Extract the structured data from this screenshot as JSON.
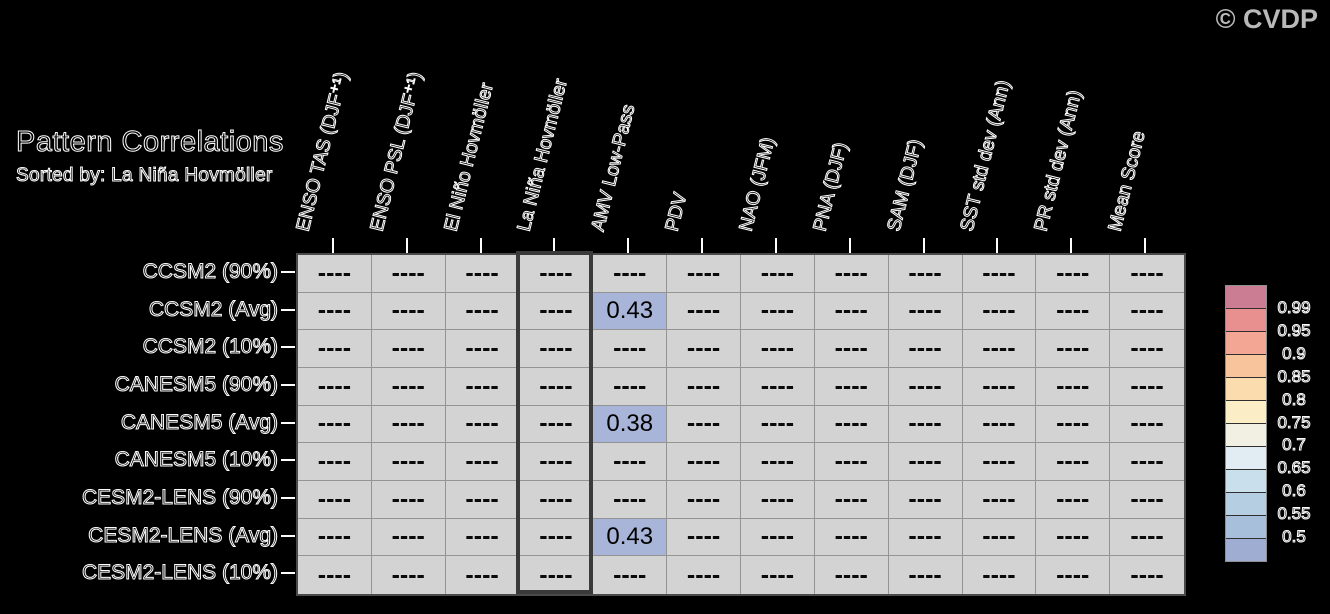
{
  "header": {
    "title": "Pattern Correlations",
    "subtitle": "Sorted by: La Niña Hovmöller",
    "copyright": "© CVDP"
  },
  "table": {
    "columns": [
      "ENSO TAS (DJF⁺¹)",
      "ENSO PSL (DJF⁺¹)",
      "El Niño Hovmöller",
      "La Niña Hovmöller",
      "AMV Low-Pass",
      "PDV",
      "NAO (JFM)",
      "PNA (DJF)",
      "SAM (DJF)",
      "SST std dev (Ann)",
      "PR std dev (Ann)",
      "Mean Score"
    ],
    "highlighted_column_index": 3,
    "missing_marker": "----",
    "rows": [
      {
        "label": "CCSM2 (90%)",
        "cells": [
          "----",
          "----",
          "----",
          "----",
          "----",
          "----",
          "----",
          "----",
          "----",
          "----",
          "----",
          "----"
        ]
      },
      {
        "label": "CCSM2 (Avg)",
        "cells": [
          "----",
          "----",
          "----",
          "----",
          "0.43",
          "----",
          "----",
          "----",
          "----",
          "----",
          "----",
          "----"
        ]
      },
      {
        "label": "CCSM2 (10%)",
        "cells": [
          "----",
          "----",
          "----",
          "----",
          "----",
          "----",
          "----",
          "----",
          "----",
          "----",
          "----",
          "----"
        ]
      },
      {
        "label": "CANESM5 (90%)",
        "cells": [
          "----",
          "----",
          "----",
          "----",
          "----",
          "----",
          "----",
          "----",
          "----",
          "----",
          "----",
          "----"
        ]
      },
      {
        "label": "CANESM5 (Avg)",
        "cells": [
          "----",
          "----",
          "----",
          "----",
          "0.38",
          "----",
          "----",
          "----",
          "----",
          "----",
          "----",
          "----"
        ]
      },
      {
        "label": "CANESM5 (10%)",
        "cells": [
          "----",
          "----",
          "----",
          "----",
          "----",
          "----",
          "----",
          "----",
          "----",
          "----",
          "----",
          "----"
        ]
      },
      {
        "label": "CESM2-LENS (90%)",
        "cells": [
          "----",
          "----",
          "----",
          "----",
          "----",
          "----",
          "----",
          "----",
          "----",
          "----",
          "----",
          "----"
        ]
      },
      {
        "label": "CESM2-LENS (Avg)",
        "cells": [
          "----",
          "----",
          "----",
          "----",
          "0.43",
          "----",
          "----",
          "----",
          "----",
          "----",
          "----",
          "----"
        ]
      },
      {
        "label": "CESM2-LENS (10%)",
        "cells": [
          "----",
          "----",
          "----",
          "----",
          "----",
          "----",
          "----",
          "----",
          "----",
          "----",
          "----",
          "----"
        ]
      }
    ]
  },
  "colorbar": {
    "tick_labels": [
      "0.99",
      "0.95",
      "0.9",
      "0.85",
      "0.8",
      "0.75",
      "0.7",
      "0.65",
      "0.6",
      "0.55",
      "0.5"
    ],
    "colors": [
      "#cb7e93",
      "#e89090",
      "#f3a694",
      "#f8c49c",
      "#fbdcae",
      "#fbeec6",
      "#f1f0e2",
      "#e1edf2",
      "#c9dfeb",
      "#b6cee2",
      "#a8bfdb",
      "#9fadd3"
    ]
  },
  "colors": {
    "background": "#000000",
    "cell_bg": "#d3d3d3",
    "cell_border": "#949494",
    "table_border": "#4a4a4a",
    "highlight_border": "#3a3a3a",
    "value_cell_bg": "#a8b5d8",
    "copyright": "#b9b9b9",
    "text_outline": "#ffffff"
  },
  "chart_data": {
    "type": "heatmap",
    "title": "Pattern Correlations",
    "subtitle": "Sorted by: La Niña Hovmöller",
    "columns": [
      "ENSO TAS (DJF⁺¹)",
      "ENSO PSL (DJF⁺¹)",
      "El Niño Hovmöller",
      "La Niña Hovmöller",
      "AMV Low-Pass",
      "PDV",
      "NAO (JFM)",
      "PNA (DJF)",
      "SAM (DJF)",
      "SST std dev (Ann)",
      "PR std dev (Ann)",
      "Mean Score"
    ],
    "rows": [
      "CCSM2 (90%)",
      "CCSM2 (Avg)",
      "CCSM2 (10%)",
      "CANESM5 (90%)",
      "CANESM5 (Avg)",
      "CANESM5 (10%)",
      "CESM2-LENS (90%)",
      "CESM2-LENS (Avg)",
      "CESM2-LENS (10%)"
    ],
    "values": [
      [
        null,
        null,
        null,
        null,
        null,
        null,
        null,
        null,
        null,
        null,
        null,
        null
      ],
      [
        null,
        null,
        null,
        null,
        0.43,
        null,
        null,
        null,
        null,
        null,
        null,
        null
      ],
      [
        null,
        null,
        null,
        null,
        null,
        null,
        null,
        null,
        null,
        null,
        null,
        null
      ],
      [
        null,
        null,
        null,
        null,
        null,
        null,
        null,
        null,
        null,
        null,
        null,
        null
      ],
      [
        null,
        null,
        null,
        null,
        0.38,
        null,
        null,
        null,
        null,
        null,
        null,
        null
      ],
      [
        null,
        null,
        null,
        null,
        null,
        null,
        null,
        null,
        null,
        null,
        null,
        null
      ],
      [
        null,
        null,
        null,
        null,
        null,
        null,
        null,
        null,
        null,
        null,
        null,
        null
      ],
      [
        null,
        null,
        null,
        null,
        0.43,
        null,
        null,
        null,
        null,
        null,
        null,
        null
      ],
      [
        null,
        null,
        null,
        null,
        null,
        null,
        null,
        null,
        null,
        null,
        null,
        null
      ]
    ],
    "missing_marker": "----",
    "highlighted_column": "La Niña Hovmöller",
    "colorbar_levels": [
      0.5,
      0.55,
      0.6,
      0.65,
      0.7,
      0.75,
      0.8,
      0.85,
      0.9,
      0.95,
      0.99
    ],
    "legend_position": "right"
  }
}
